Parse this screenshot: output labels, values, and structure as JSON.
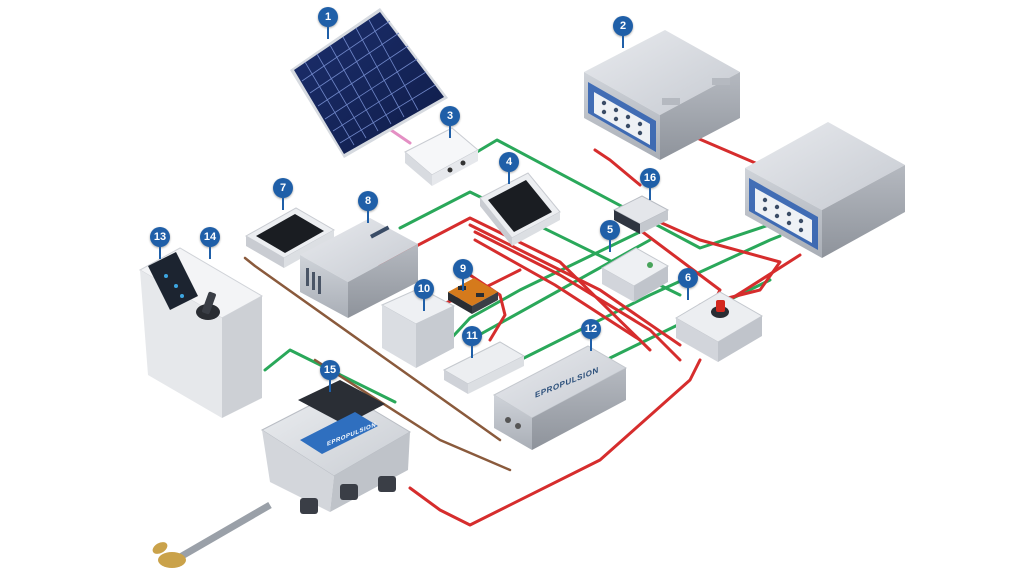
{
  "diagram": {
    "brand_text": "EPROPULSION",
    "components": [
      {
        "id": "solar-panel",
        "number": "1"
      },
      {
        "id": "battery-pack-a",
        "number": "2"
      },
      {
        "id": "solar-charge-controller",
        "number": "3"
      },
      {
        "id": "charger-panel-a",
        "number": "4"
      },
      {
        "id": "junction-box",
        "number": "5"
      },
      {
        "id": "main-switch",
        "number": "6"
      },
      {
        "id": "charger-panel-b",
        "number": "7"
      },
      {
        "id": "inverter-charger",
        "number": "8"
      },
      {
        "id": "fuse-block",
        "number": "9"
      },
      {
        "id": "aux-battery",
        "number": "10"
      },
      {
        "id": "communication-hub",
        "number": "11"
      },
      {
        "id": "motor-controller",
        "number": "12"
      },
      {
        "id": "display-screen",
        "number": "13"
      },
      {
        "id": "throttle-lever",
        "number": "14"
      },
      {
        "id": "inboard-motor",
        "number": "15"
      },
      {
        "id": "distribution-hub",
        "number": "16"
      }
    ],
    "wire_colors": {
      "power": "#d62d2d",
      "communication": "#2aa85a",
      "pv": "#e48fc4",
      "signal": "#8a5a3c"
    }
  }
}
